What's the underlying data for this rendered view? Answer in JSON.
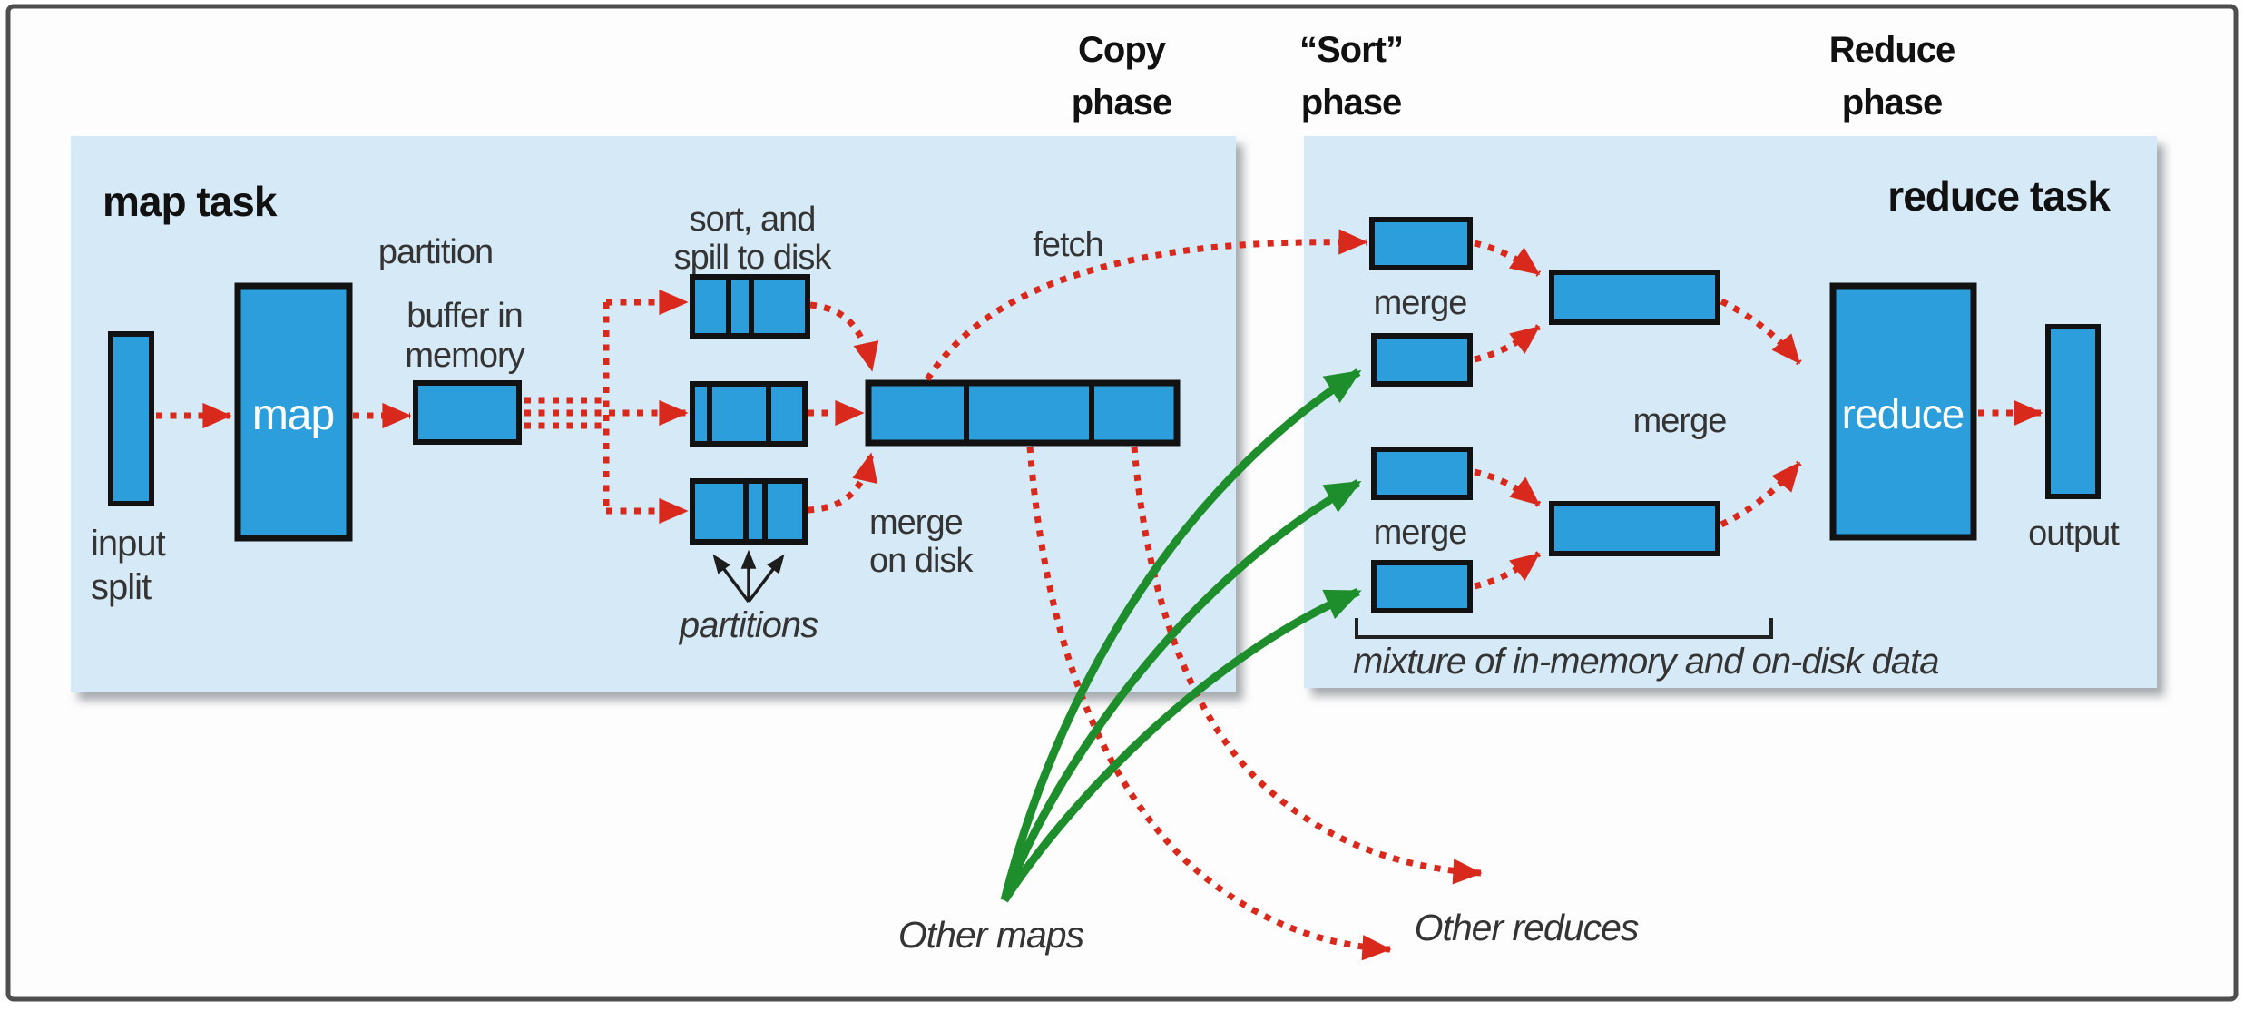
{
  "colors": {
    "panel_bg": "#d6e9f6",
    "box_fill": "#2b9edb",
    "box_border": "#121212",
    "arrow_red": "#d8291c",
    "arrow_green": "#1d8e2b",
    "text_dark": "#343434",
    "text_white": "#ffffff",
    "frame_border": "#4e4e4e"
  },
  "phase_headers": [
    {
      "line1": "Copy",
      "line2": "phase"
    },
    {
      "line1": "“Sort”",
      "line2": "phase"
    },
    {
      "line1": "Reduce",
      "line2": "phase"
    }
  ],
  "map_task": {
    "panel_label": "map task",
    "input_split": {
      "line1": "input",
      "line2": "split"
    },
    "map_box_label": "map",
    "partition_label": "partition",
    "buffer_label": {
      "line1": "buffer in",
      "line2": "memory"
    },
    "spill_label": {
      "line1": "sort, and",
      "line2": "spill to disk"
    },
    "merge_label": {
      "line1": "merge",
      "line2": "on disk"
    },
    "partitions_label": "partitions",
    "fetch_label": "fetch"
  },
  "reduce_task": {
    "panel_label": "reduce task",
    "merge_label_top": "merge",
    "merge_label_bottom": "merge",
    "merge_label_center": "merge",
    "reduce_box_label": "reduce",
    "output_label": "output",
    "bracket_caption": "mixture of in-memory and on-disk data"
  },
  "annotations": {
    "other_maps": "Other maps",
    "other_reduces": "Other reduces"
  }
}
